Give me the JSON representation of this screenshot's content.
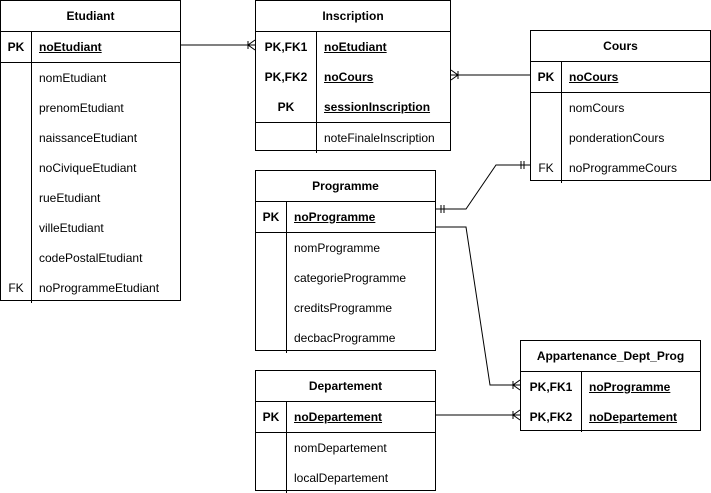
{
  "entities": {
    "etudiant": {
      "title": "Etudiant",
      "pk_key": "PK",
      "pk_name": "noEtudiant",
      "attrs": [
        "nomEtudiant",
        "prenomEtudiant",
        "naissanceEtudiant",
        "noCiviqueEtudiant",
        "rueEtudiant",
        "villeEtudiant",
        "codePostalEtudiant"
      ],
      "fk_key": "FK",
      "fk_name": "noProgrammeEtudiant"
    },
    "inscription": {
      "title": "Inscription",
      "k1": "PK,FK1",
      "n1": "noEtudiant",
      "k2": "PK,FK2",
      "n2": "noCours",
      "k3": "PK",
      "n3": "sessionInscription",
      "a1": "noteFinaleInscription"
    },
    "cours": {
      "title": "Cours",
      "pk_key": "PK",
      "pk_name": "noCours",
      "a1": "nomCours",
      "a2": "ponderationCours",
      "fk_key": "FK",
      "fk_name": "noProgrammeCours"
    },
    "programme": {
      "title": "Programme",
      "pk_key": "PK",
      "pk_name": "noProgramme",
      "attrs": [
        "nomProgramme",
        "categorieProgramme",
        "creditsProgramme",
        "decbacProgramme"
      ]
    },
    "departement": {
      "title": "Departement",
      "pk_key": "PK",
      "pk_name": "noDepartement",
      "a1": "nomDepartement",
      "a2": "localDepartement"
    },
    "appartenance": {
      "title": "Appartenance_Dept_Prog",
      "k1": "PK,FK1",
      "n1": "noProgramme",
      "k2": "PK,FK2",
      "n2": "noDepartement"
    }
  }
}
